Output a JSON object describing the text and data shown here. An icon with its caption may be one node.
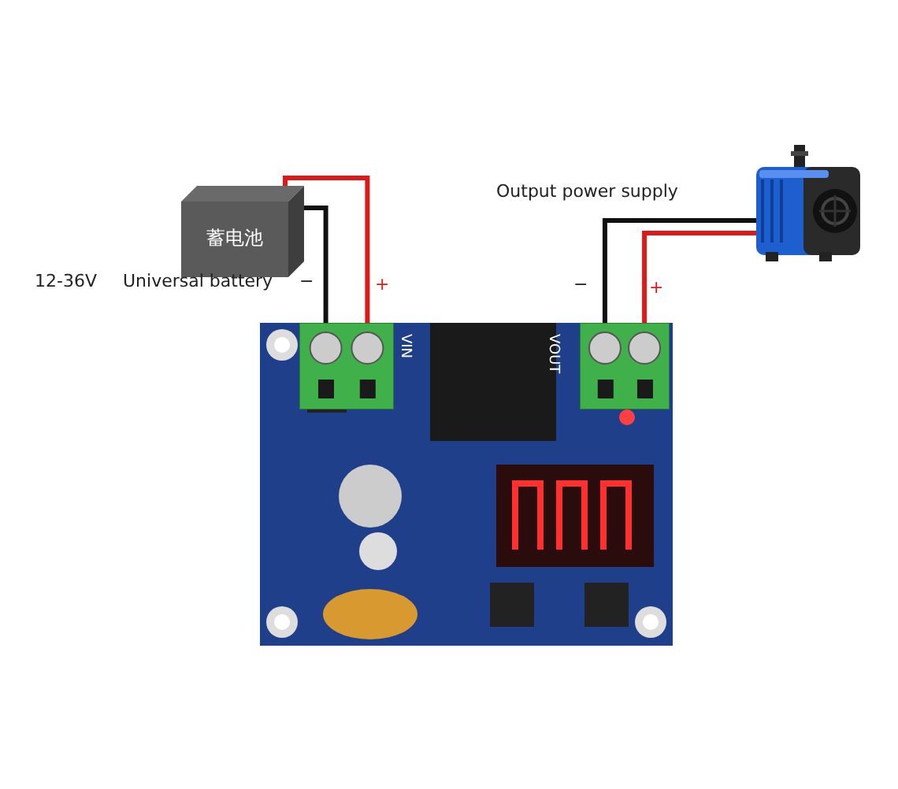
{
  "diagram": {
    "nodes": [
      {
        "text": [
          "蓄电池"
        ]
      },
      {
        "text": [],
        "shape": "picture"
      },
      {
        "text": [],
        "shape": "picture"
      },
      {
        "text": [],
        "shape": "box",
        "in": 2
      },
      {
        "text": [],
        "shape": "box",
        "in": 2
      }
    ],
    "edges": [
      {
        "from": 0,
        "to": 3,
        "arrow": "none"
      },
      {
        "from": 0,
        "to": 3,
        "arrow": "none",
        "color": "#e01818"
      },
      {
        "from": 1,
        "to": 4,
        "arrow": "none"
      },
      {
        "from": 1,
        "to": 4,
        "arrow": "none",
        "color": "#e01818"
      }
    ],
    "labels": [
      "12-36V",
      "Universal battery",
      "−",
      "+",
      "Output power supply",
      "−",
      "+",
      "VIN",
      "VOUT"
    ]
  }
}
